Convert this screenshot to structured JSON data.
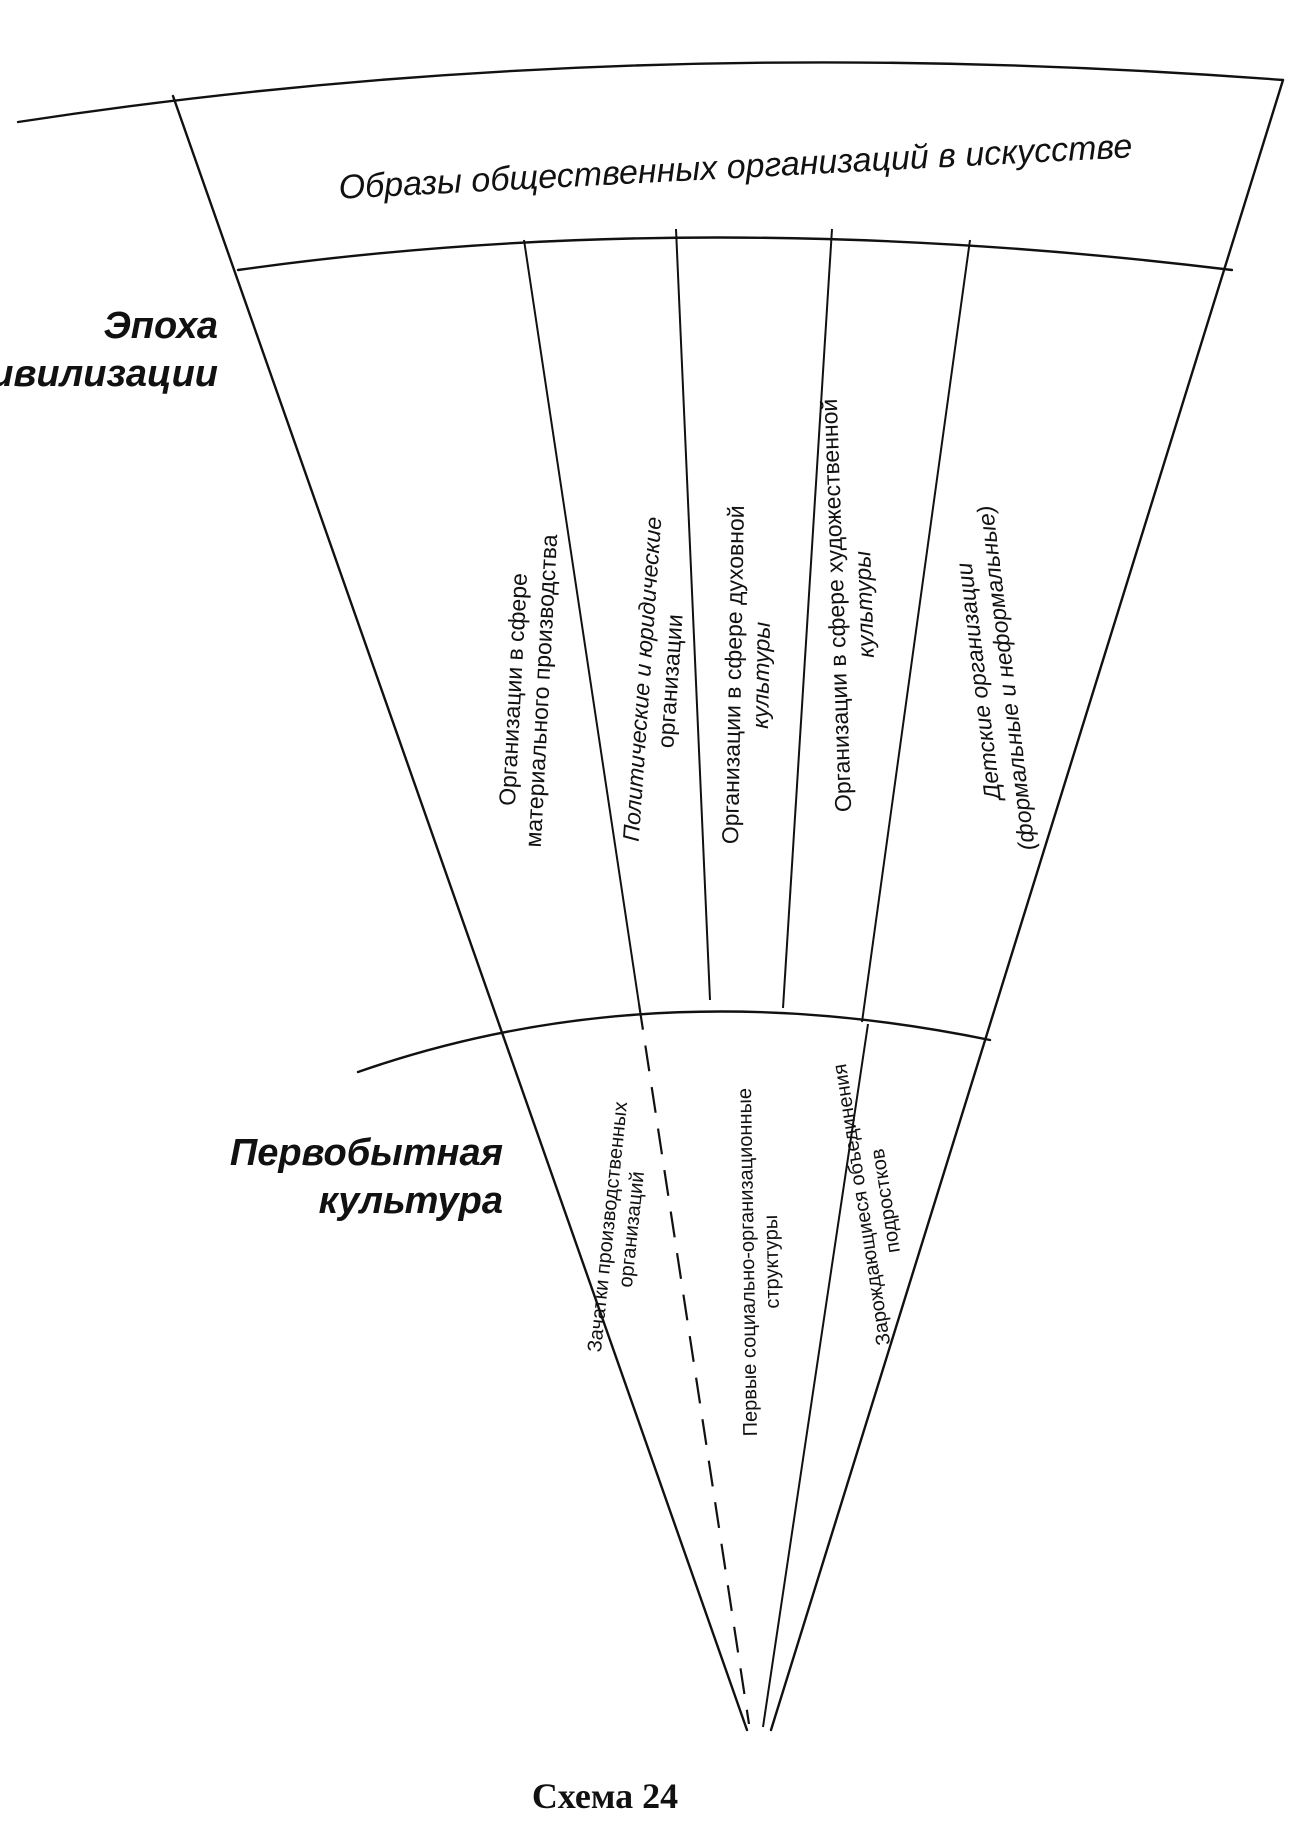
{
  "diagram": {
    "top_band": "Образы общественных организаций в искусстве",
    "eras": {
      "civilization": {
        "line1": "Эпоха",
        "line2": "цивилизации"
      },
      "primitive": {
        "line1": "Первобытная",
        "line2": "культура"
      }
    },
    "civilization_sectors": [
      {
        "line1": "Организации в сфере",
        "line2": "материального производства"
      },
      {
        "line1": "Политические и юридические",
        "line2": "организации"
      },
      {
        "line1": "Организации в сфере духовной",
        "line2": "культуры"
      },
      {
        "line1": "Организации в сфере художественной",
        "line2": "культуры"
      },
      {
        "line1": "Детские организации",
        "line2": "(формальные и неформальные)"
      }
    ],
    "primitive_sectors": [
      {
        "line1": "Зачатки производственных",
        "line2": "организаций"
      },
      {
        "line1": "Первые социально-организационные",
        "line2": "структуры"
      },
      {
        "line1": "Зарождающиеся объединения",
        "line2": "подростков"
      }
    ],
    "caption": "Схема 24"
  }
}
